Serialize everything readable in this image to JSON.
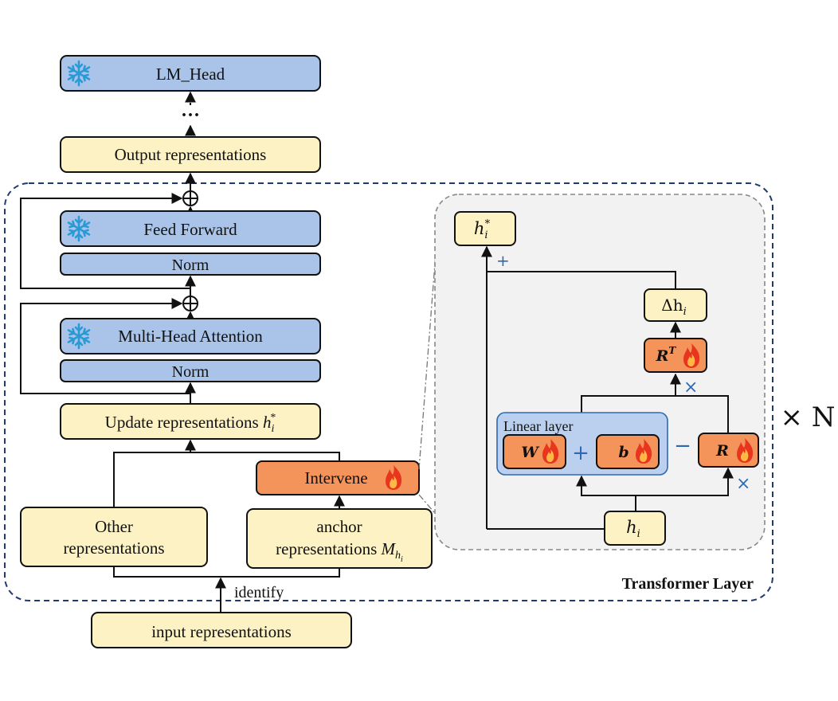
{
  "colors": {
    "frozen_fill": "#a9c4e8",
    "rep_fill": "#fdf2c4",
    "train_fill": "#f5945a",
    "panel_fill": "#f2f2f2",
    "linear_fill": "#bad0ee",
    "dashed_border": "#1f3b6e",
    "operator_blue": "#2e68b3",
    "ice": "#2a9ad6",
    "flame": "#e8361e"
  },
  "left": {
    "lm_head": "LM_Head",
    "ellipsis": "···",
    "output_reps": "Output representations",
    "feed_forward": "Feed Forward",
    "norm_top": "Norm",
    "attention": "Multi-Head Attention",
    "norm_bottom": "Norm",
    "update_reps_prefix": "Update representations ",
    "update_reps_sym": "h",
    "update_reps_sub": "i",
    "update_reps_sup": "*",
    "intervene": "Intervene",
    "other_reps_line1": "Other",
    "other_reps_line2": "representations",
    "anchor_line1": "anchor",
    "anchor_line2_prefix": "representations ",
    "anchor_sym": "M",
    "anchor_sub": "h",
    "anchor_subsub": "i",
    "identify": "identify",
    "input_reps": "input representations",
    "layer_label": "Transformer Layer",
    "times_n": "× N"
  },
  "panel": {
    "h_star_sym": "h",
    "h_star_sub": "i",
    "h_star_sup": "*",
    "plus_top": "+",
    "delta_h": "Δh",
    "delta_h_sub": "i",
    "rt_sym": "R",
    "rt_sup": "T",
    "times_top": "×",
    "linear_layer": "Linear layer",
    "w": "W",
    "plus_mid": "+",
    "b": "b",
    "minus": "−",
    "r": "R",
    "times_bottom": "×",
    "h_i": "h",
    "h_i_sub": "i"
  }
}
